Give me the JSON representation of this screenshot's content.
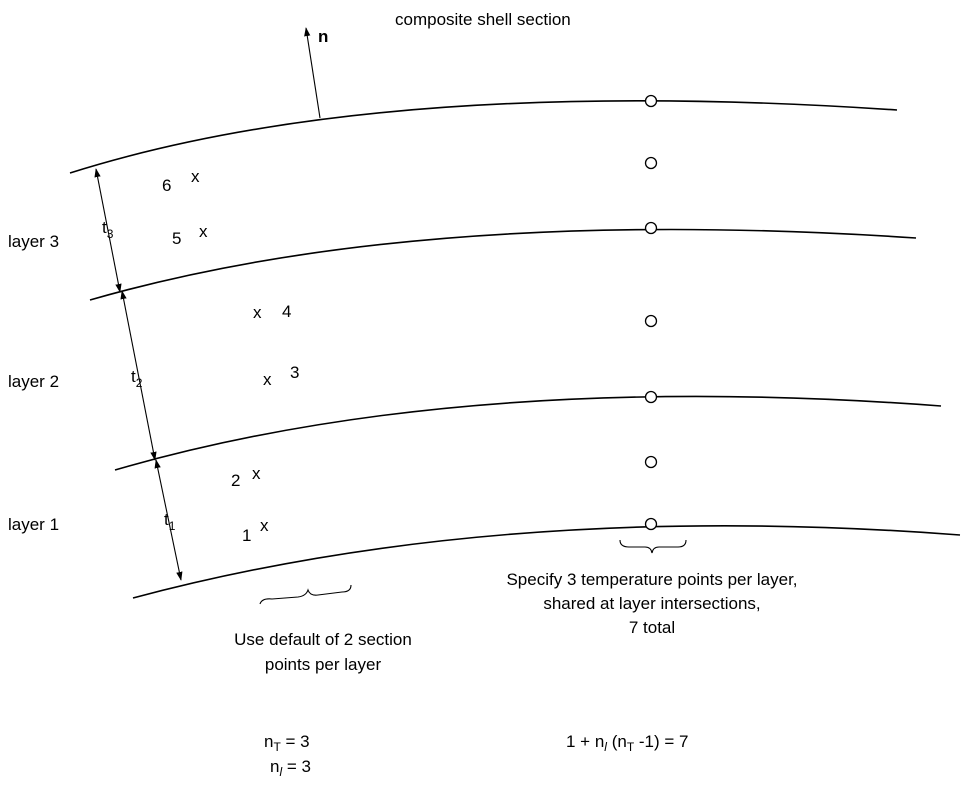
{
  "title": "composite shell section",
  "normal_label": "n",
  "layers": [
    {
      "label": "layer 3",
      "thickness_base": "t",
      "thickness_sub": "3"
    },
    {
      "label": "layer 2",
      "thickness_base": "t",
      "thickness_sub": "2"
    },
    {
      "label": "layer 1",
      "thickness_base": "t",
      "thickness_sub": "1"
    }
  ],
  "section_points": [
    {
      "number": "6",
      "marker": "x"
    },
    {
      "number": "5",
      "marker": "x"
    },
    {
      "number": "4",
      "marker": "x"
    },
    {
      "number": "3",
      "marker": "x"
    },
    {
      "number": "2",
      "marker": "x"
    },
    {
      "number": "1",
      "marker": "x"
    }
  ],
  "section_note": [
    "Use default of 2 section",
    "points per layer"
  ],
  "temperature_note": [
    "Specify 3 temperature points per layer,",
    "shared at layer intersections,",
    "7 total"
  ],
  "formulas": {
    "nT": {
      "base": "n",
      "sub": "T",
      "rest": " = 3"
    },
    "nl": {
      "base": "n",
      "sub": "l",
      "rest": " = 3"
    },
    "total": {
      "a": "1 + n",
      "sub1": "l",
      "b": " (n",
      "sub2": "T",
      "c": " -1) = 7"
    }
  }
}
